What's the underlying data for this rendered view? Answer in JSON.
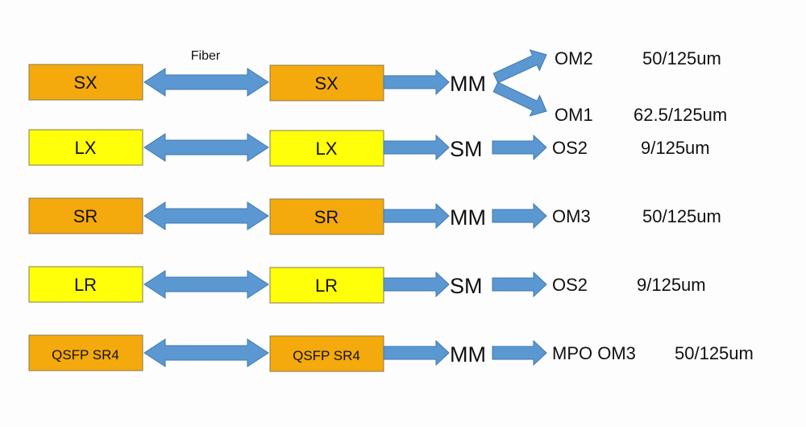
{
  "fiber_label": "Fiber",
  "colors": {
    "orange": "#F4A90C",
    "yellow": "#FFFF0A",
    "arrow": "#5B98D2",
    "arrow_stroke": "#3F78B0"
  },
  "rows": [
    {
      "module": "SX",
      "color": "orange",
      "mode": "MM",
      "branches": [
        {
          "type": "OM2",
          "spec": "50/125um"
        },
        {
          "type": "OM1",
          "spec": "62.5/125um"
        }
      ]
    },
    {
      "module": "LX",
      "color": "yellow",
      "mode": "SM",
      "branches": [
        {
          "type": "OS2",
          "spec": "9/125um"
        }
      ]
    },
    {
      "module": "SR",
      "color": "orange",
      "mode": "MM",
      "branches": [
        {
          "type": "OM3",
          "spec": "50/125um"
        }
      ]
    },
    {
      "module": "LR",
      "color": "yellow",
      "mode": "SM",
      "branches": [
        {
          "type": "OS2",
          "spec": "9/125um"
        }
      ]
    },
    {
      "module": "QSFP SR4",
      "color": "orange",
      "mode": "MM",
      "branches": [
        {
          "type": "MPO OM3",
          "spec": "50/125um"
        }
      ]
    }
  ]
}
